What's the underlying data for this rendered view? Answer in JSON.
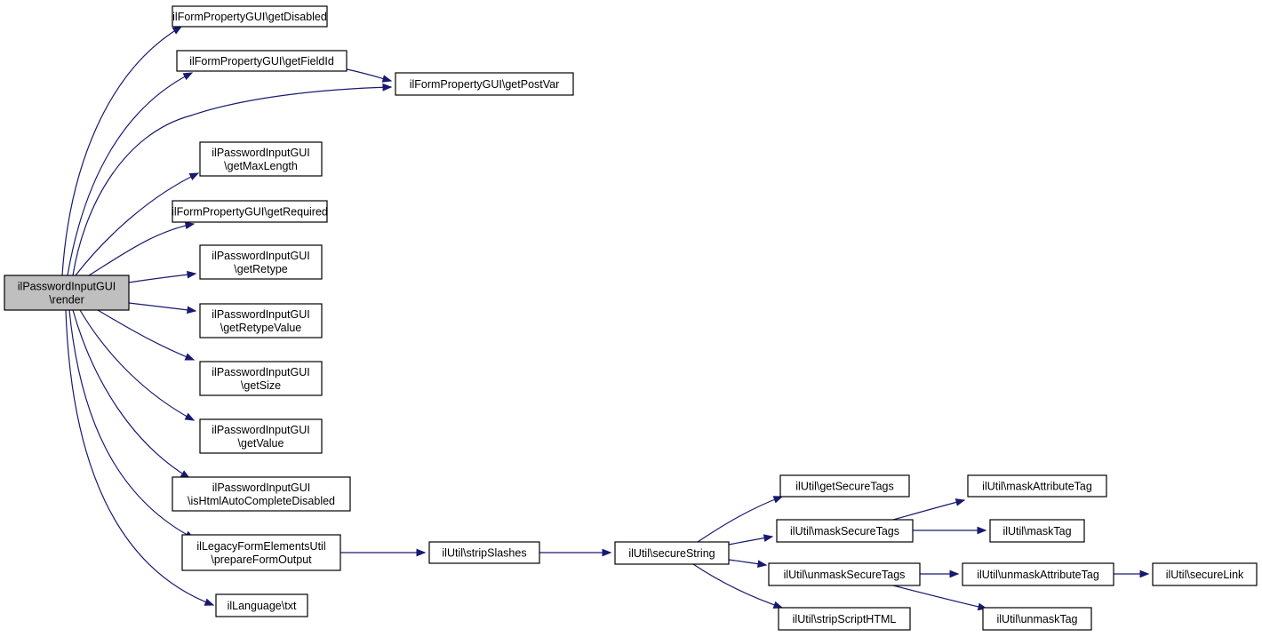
{
  "graph": {
    "nodes": [
      {
        "id": "root",
        "lines": [
          "ilPasswordInputGUI",
          "\\render"
        ],
        "root": true
      },
      {
        "id": "getDisabled",
        "lines": [
          "ilFormPropertyGUI\\getDisabled"
        ]
      },
      {
        "id": "getFieldId",
        "lines": [
          "ilFormPropertyGUI\\getFieldId"
        ]
      },
      {
        "id": "getPostVar",
        "lines": [
          "ilFormPropertyGUI\\getPostVar"
        ]
      },
      {
        "id": "getMaxLength",
        "lines": [
          "ilPasswordInputGUI",
          "\\getMaxLength"
        ]
      },
      {
        "id": "getRequired",
        "lines": [
          "ilFormPropertyGUI\\getRequired"
        ]
      },
      {
        "id": "getRetype",
        "lines": [
          "ilPasswordInputGUI",
          "\\getRetype"
        ]
      },
      {
        "id": "getRetypeValue",
        "lines": [
          "ilPasswordInputGUI",
          "\\getRetypeValue"
        ]
      },
      {
        "id": "getSize",
        "lines": [
          "ilPasswordInputGUI",
          "\\getSize"
        ]
      },
      {
        "id": "getValue",
        "lines": [
          "ilPasswordInputGUI",
          "\\getValue"
        ]
      },
      {
        "id": "isHtmlAuto",
        "lines": [
          "ilPasswordInputGUI",
          "\\isHtmlAutoCompleteDisabled"
        ]
      },
      {
        "id": "prepareFormOutput",
        "lines": [
          "ilLegacyFormElementsUtil",
          "\\prepareFormOutput"
        ]
      },
      {
        "id": "txt",
        "lines": [
          "ilLanguage\\txt"
        ]
      },
      {
        "id": "stripSlashes",
        "lines": [
          "ilUtil\\stripSlashes"
        ]
      },
      {
        "id": "secureString",
        "lines": [
          "ilUtil\\secureString"
        ]
      },
      {
        "id": "getSecureTags",
        "lines": [
          "ilUtil\\getSecureTags"
        ]
      },
      {
        "id": "maskSecureTags",
        "lines": [
          "ilUtil\\maskSecureTags"
        ]
      },
      {
        "id": "unmaskSecureTags",
        "lines": [
          "ilUtil\\unmaskSecureTags"
        ]
      },
      {
        "id": "stripScriptHTML",
        "lines": [
          "ilUtil\\stripScriptHTML"
        ]
      },
      {
        "id": "maskAttributeTag",
        "lines": [
          "ilUtil\\maskAttributeTag"
        ]
      },
      {
        "id": "maskTag",
        "lines": [
          "ilUtil\\maskTag"
        ]
      },
      {
        "id": "unmaskAttributeTag",
        "lines": [
          "ilUtil\\unmaskAttributeTag"
        ]
      },
      {
        "id": "unmaskTag",
        "lines": [
          "ilUtil\\unmaskTag"
        ]
      },
      {
        "id": "secureLink",
        "lines": [
          "ilUtil\\secureLink"
        ]
      }
    ],
    "edges": [
      {
        "from": "root",
        "to": "getDisabled"
      },
      {
        "from": "root",
        "to": "getFieldId"
      },
      {
        "from": "root",
        "to": "getPostVar"
      },
      {
        "from": "getFieldId",
        "to": "getPostVar"
      },
      {
        "from": "root",
        "to": "getMaxLength"
      },
      {
        "from": "root",
        "to": "getRequired"
      },
      {
        "from": "root",
        "to": "getRetype"
      },
      {
        "from": "root",
        "to": "getRetypeValue"
      },
      {
        "from": "root",
        "to": "getSize"
      },
      {
        "from": "root",
        "to": "getValue"
      },
      {
        "from": "root",
        "to": "isHtmlAuto"
      },
      {
        "from": "root",
        "to": "prepareFormOutput"
      },
      {
        "from": "root",
        "to": "txt"
      },
      {
        "from": "prepareFormOutput",
        "to": "stripSlashes"
      },
      {
        "from": "stripSlashes",
        "to": "secureString"
      },
      {
        "from": "secureString",
        "to": "getSecureTags"
      },
      {
        "from": "secureString",
        "to": "maskSecureTags"
      },
      {
        "from": "secureString",
        "to": "unmaskSecureTags"
      },
      {
        "from": "secureString",
        "to": "stripScriptHTML"
      },
      {
        "from": "maskSecureTags",
        "to": "maskAttributeTag"
      },
      {
        "from": "maskSecureTags",
        "to": "maskTag"
      },
      {
        "from": "unmaskSecureTags",
        "to": "unmaskAttributeTag"
      },
      {
        "from": "unmaskSecureTags",
        "to": "unmaskTag"
      },
      {
        "from": "unmaskAttributeTag",
        "to": "secureLink"
      }
    ],
    "colors": {
      "edge": "#191970",
      "root_fill": "#bfbfbf",
      "node_fill": "#ffffff",
      "border": "#000000"
    }
  }
}
